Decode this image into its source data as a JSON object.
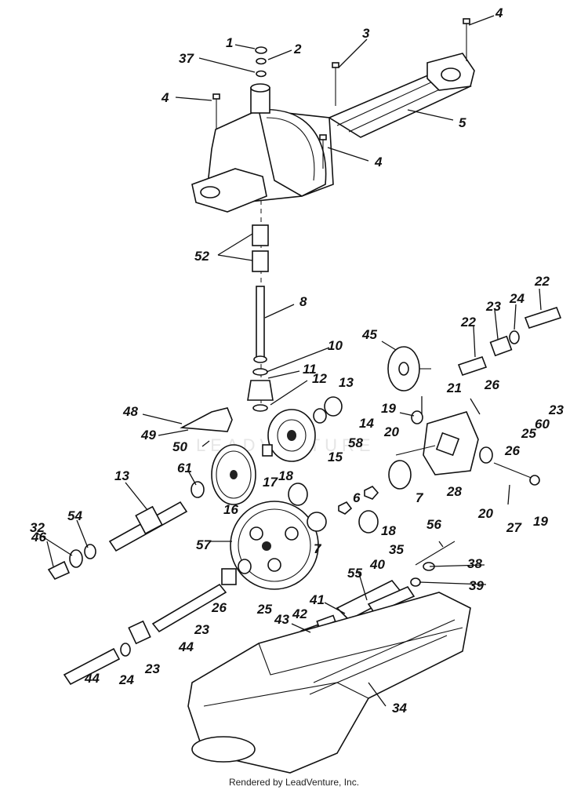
{
  "footer": {
    "text": "Rendered by LeadVenture, Inc."
  },
  "watermark": {
    "text": "LEADVENTURE"
  },
  "labels": [
    {
      "key": "1",
      "text": "1"
    },
    {
      "key": "2",
      "text": "2"
    },
    {
      "key": "37",
      "text": "37"
    },
    {
      "key": "3",
      "text": "3"
    },
    {
      "key": "4a",
      "text": "4"
    },
    {
      "key": "4b",
      "text": "4"
    },
    {
      "key": "4c",
      "text": "4"
    },
    {
      "key": "5",
      "text": "5"
    },
    {
      "key": "52",
      "text": "52"
    },
    {
      "key": "8",
      "text": "8"
    },
    {
      "key": "10",
      "text": "10"
    },
    {
      "key": "11",
      "text": "11"
    },
    {
      "key": "12",
      "text": "12"
    },
    {
      "key": "45",
      "text": "45"
    },
    {
      "key": "22a",
      "text": "22"
    },
    {
      "key": "22b",
      "text": "22"
    },
    {
      "key": "23a",
      "text": "23"
    },
    {
      "key": "24a",
      "text": "24"
    },
    {
      "key": "21",
      "text": "21"
    },
    {
      "key": "26a",
      "text": "26"
    },
    {
      "key": "23b",
      "text": "23"
    },
    {
      "key": "60",
      "text": "60"
    },
    {
      "key": "25a",
      "text": "25"
    },
    {
      "key": "26b",
      "text": "26"
    },
    {
      "key": "13a",
      "text": "13"
    },
    {
      "key": "14",
      "text": "14"
    },
    {
      "key": "19a",
      "text": "19"
    },
    {
      "key": "20a",
      "text": "20"
    },
    {
      "key": "58",
      "text": "58"
    },
    {
      "key": "48",
      "text": "48"
    },
    {
      "key": "49",
      "text": "49"
    },
    {
      "key": "50",
      "text": "50"
    },
    {
      "key": "15",
      "text": "15"
    },
    {
      "key": "17",
      "text": "17"
    },
    {
      "key": "18a",
      "text": "18"
    },
    {
      "key": "7a",
      "text": "7"
    },
    {
      "key": "28",
      "text": "28"
    },
    {
      "key": "20b",
      "text": "20"
    },
    {
      "key": "27",
      "text": "27"
    },
    {
      "key": "19b",
      "text": "19"
    },
    {
      "key": "61",
      "text": "61"
    },
    {
      "key": "16",
      "text": "16"
    },
    {
      "key": "6",
      "text": "6"
    },
    {
      "key": "13b",
      "text": "13"
    },
    {
      "key": "54",
      "text": "54"
    },
    {
      "key": "32",
      "text": "32"
    },
    {
      "key": "46",
      "text": "46"
    },
    {
      "key": "7b",
      "text": "7"
    },
    {
      "key": "18b",
      "text": "18"
    },
    {
      "key": "57",
      "text": "57"
    },
    {
      "key": "56",
      "text": "56"
    },
    {
      "key": "35",
      "text": "35"
    },
    {
      "key": "38",
      "text": "38"
    },
    {
      "key": "39",
      "text": "39"
    },
    {
      "key": "55",
      "text": "55"
    },
    {
      "key": "40",
      "text": "40"
    },
    {
      "key": "41",
      "text": "41"
    },
    {
      "key": "42",
      "text": "42"
    },
    {
      "key": "43",
      "text": "43"
    },
    {
      "key": "26c",
      "text": "26"
    },
    {
      "key": "25b",
      "text": "25"
    },
    {
      "key": "23c",
      "text": "23"
    },
    {
      "key": "44a",
      "text": "44"
    },
    {
      "key": "24b",
      "text": "24"
    },
    {
      "key": "23d",
      "text": "23"
    },
    {
      "key": "44b",
      "text": "44"
    },
    {
      "key": "34",
      "text": "34"
    }
  ]
}
